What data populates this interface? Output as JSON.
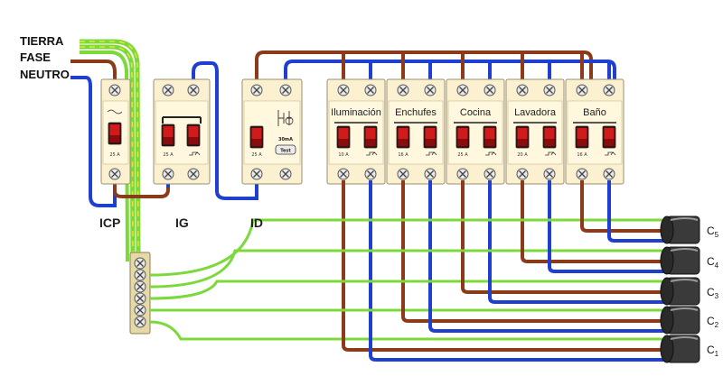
{
  "wires": {
    "tierra": "TIERRA",
    "fase": "FASE",
    "neutro": "NEUTRO"
  },
  "devices": {
    "icp": {
      "label": "ICP",
      "rating": "25 A"
    },
    "ig": {
      "label": "IG",
      "rating": "25 A"
    },
    "id": {
      "label": "ID",
      "rating": "25 A",
      "sensitivity": "30mA",
      "test_label": "Test"
    }
  },
  "circuits": [
    {
      "name": "Iluminación",
      "rating": "10 A"
    },
    {
      "name": "Enchufes",
      "rating": "16 A"
    },
    {
      "name": "Cocina",
      "rating": "25 A"
    },
    {
      "name": "Lavadora",
      "rating": "20 A"
    },
    {
      "name": "Baño",
      "rating": "16 A"
    }
  ],
  "cables": [
    {
      "letter": "C",
      "sub": "5"
    },
    {
      "letter": "C",
      "sub": "4"
    },
    {
      "letter": "C",
      "sub": "3"
    },
    {
      "letter": "C",
      "sub": "2"
    },
    {
      "letter": "C",
      "sub": "1"
    }
  ],
  "colors": {
    "fase": "#8B3A1A",
    "neutro": "#1F3FD0",
    "tierra": "#7CD93A",
    "tierra_stripe": "#E8E23A",
    "module": "#FBF0D0",
    "module_border": "#9A9070",
    "lever": "#D11A1A",
    "cable": "#3A3A3A"
  }
}
